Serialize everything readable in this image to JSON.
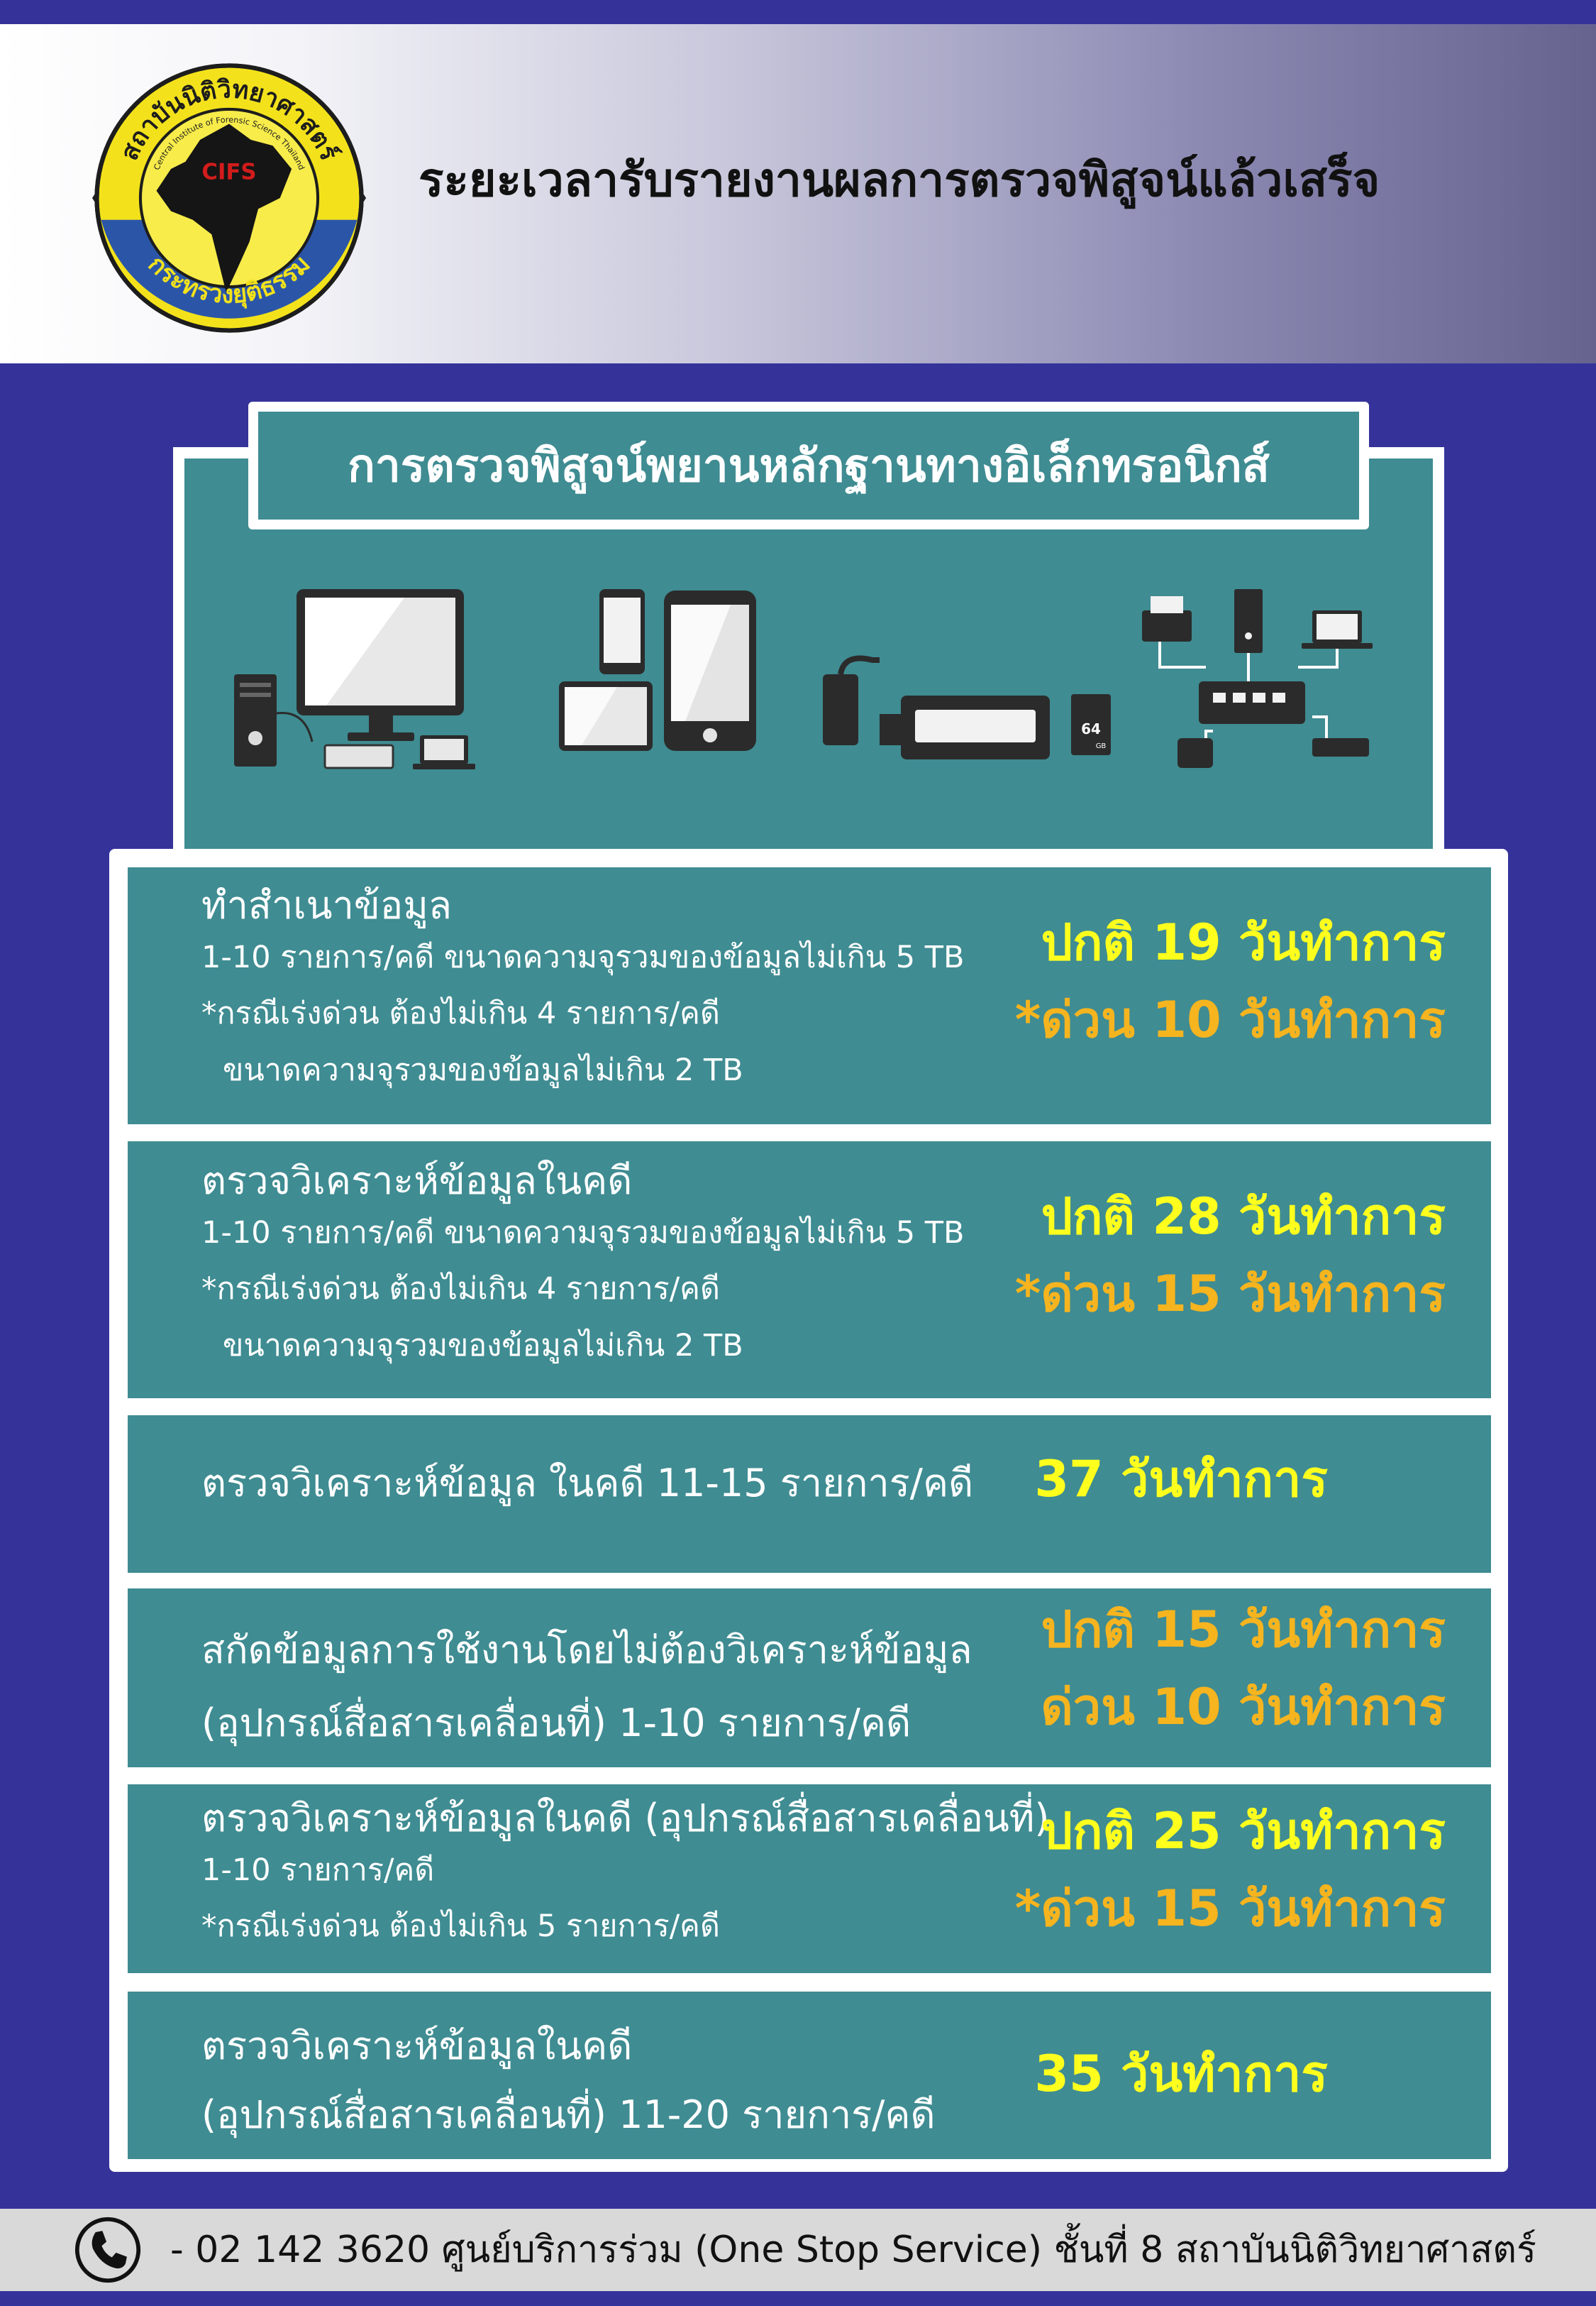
{
  "header": {
    "title": "ระยะเวลารับรายงานผลการตรวจพิสูจน์แล้วเสร็จ",
    "logo": {
      "top_text": "สถาบันนิติวิทยาศาสตร์",
      "center_text": "CIFS",
      "bottom_text": "กระทรวงยุติธรรม",
      "english_text": "Central Institute of Forensic Science Thailand"
    }
  },
  "section": {
    "title": "การตรวจพิสูจน์พยานหลักฐานทางอิเล็กทรอนิกส์",
    "icons": [
      "desktop-computer-icon",
      "mobile-devices-icon",
      "storage-devices-icon",
      "network-devices-icon"
    ],
    "sd_card_label": "64",
    "sd_card_unit": "GB"
  },
  "services": [
    {
      "title": "ทำสำเนาข้อมูล",
      "lines": [
        "1-10 รายการ/คดี ขนาดความจุรวมของข้อมูลไม่เกิน 5 TB",
        "*กรณีเร่งด่วน ต้องไม่เกิน 4 รายการ/คดี",
        "ขนาดความจุรวมของข้อมูลไม่เกิน 2 TB"
      ],
      "normal": "ปกติ 19 วันทำการ",
      "urgent": "*ด่วน 10 วันทำการ"
    },
    {
      "title": "ตรวจวิเคราะห์ข้อมูลในคดี",
      "lines": [
        "1-10 รายการ/คดี ขนาดความจุรวมของข้อมูลไม่เกิน 5 TB",
        "*กรณีเร่งด่วน ต้องไม่เกิน 4 รายการ/คดี",
        "ขนาดความจุรวมของข้อมูลไม่เกิน 2 TB"
      ],
      "normal": "ปกติ 28 วันทำการ",
      "urgent": "*ด่วน 15 วันทำการ"
    },
    {
      "title": "ตรวจวิเคราะห์ข้อมูล ในคดี 11-15 รายการ/คดี",
      "normal": "37 วันทำการ"
    },
    {
      "title": "สกัดข้อมูลการใช้งานโดยไม่ต้องวิเคราะห์ข้อมูล",
      "title2": "(อุปกรณ์สื่อสารเคลื่อนที่) 1-10 รายการ/คดี",
      "normal": "ปกติ 15 วันทำการ",
      "urgent": "ด่วน 10 วันทำการ"
    },
    {
      "title": "ตรวจวิเคราะห์ข้อมูลในคดี (อุปกรณ์สื่อสารเคลื่อนที่)",
      "lines": [
        "1-10 รายการ/คดี",
        "*กรณีเร่งด่วน ต้องไม่เกิน 5 รายการ/คดี"
      ],
      "normal": "ปกติ 25 วันทำการ",
      "urgent": "*ด่วน 15 วันทำการ"
    },
    {
      "title": "ตรวจวิเคราะห์ข้อมูลในคดี",
      "title2": "(อุปกรณ์สื่อสารเคลื่อนที่) 11-20 รายการ/คดี",
      "normal": "35 วันทำการ"
    }
  ],
  "footer": {
    "contact": "- 02 142 3620 ศูนย์บริการร่วม (One Stop Service) ชั้นที่ 8 สถาบันนิติวิทยาศาสตร์"
  },
  "colors": {
    "background": "#35339a",
    "panel": "#3f8c92",
    "normal_time": "#ffff1e",
    "urgent_time": "#f6b41f",
    "footer": "#d9d9d9"
  }
}
